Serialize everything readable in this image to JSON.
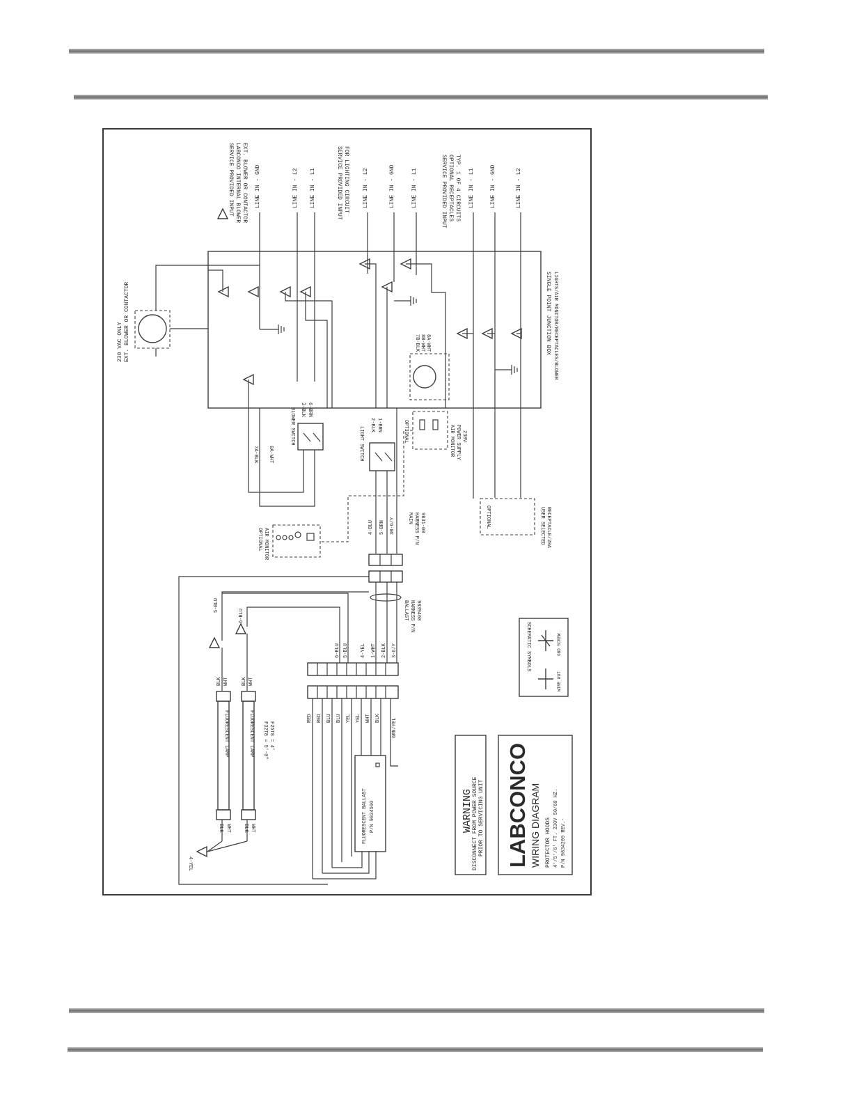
{
  "svc_blower": [
    "SERVICE PROVIDED INPUT",
    "LABCONCO INTERNAL BLOWER",
    "EXT. BLOWER OR CONTACTOR"
  ],
  "svc_light": [
    "SERVICE PROVIDED INPUT",
    "FOR LIGHTING CIRCUIT"
  ],
  "svc_recept": [
    "SERVICE PROVIDED INPUT",
    "OPTIONAL RECEPTACLES",
    "TYP. 1 OF 4 CIRCUITS"
  ],
  "line_in": [
    "LINE IN - GND",
    "LINE IN - L2",
    "LINE IN - L1",
    "LINE IN - L2",
    "LINE IN - GND",
    "LINE IN - L1",
    "LINE IN - L1",
    "LINE IN - GND",
    "LINE IN - L2"
  ],
  "vac": [
    "230 VAC ONLY",
    "EXT. BLOWER OR CONTACTOR"
  ],
  "junction_box": [
    "SINGLE POINT JUNCTION BOX",
    "LIGHTS/AIR MONITOR/RECEPTACLES/BLOWER"
  ],
  "blower_wires": [
    "7A-BLK",
    "8A-WHT"
  ],
  "blower_switch": "BLOWER SWITCH",
  "blower_switch_wires": [
    "3-BLK",
    "6-BRN"
  ],
  "light_switch": "LIGHT SWITCH",
  "light_switch_wires": [
    "2-BLK",
    "1-BRN"
  ],
  "air_monitor_supply": [
    "OPTIONAL",
    "AIR MONITOR",
    "POWER SUPPLY",
    "230V"
  ],
  "plug_wires": [
    "7B-BLK",
    "8B-WHT",
    "8A-WHT"
  ],
  "air_monitor": [
    "OPTIONAL",
    "AIR MONITOR"
  ],
  "main_wires": [
    "4-BLU",
    "5-BRN",
    "3B-G/Y"
  ],
  "main_harness": [
    "MAIN",
    "HARNESS P/N",
    "9831-00"
  ],
  "optional_box": "OPTIONAL",
  "user_recept": [
    "USER SELECTED",
    "RECEPTACLE/20A"
  ],
  "ballast_harness": [
    "BALLAST",
    "HARNESS P/N",
    "9839400"
  ],
  "lamp_wire_1": "5-BLU",
  "lamp_wire_2": "6-BLU",
  "lamp1_end1": [
    "BLK",
    "WHT"
  ],
  "lamp2_end1": [
    "BLK",
    "WHT"
  ],
  "terminal_right": [
    "6-BLU",
    "5-BLU",
    "4-YEL",
    "1-WHT",
    "2-BLK",
    "3-G/Y"
  ],
  "lamp1": "FLUORESCENT LAMP",
  "lamp2": "FLUORESCENT LAMP",
  "lamp_spec": [
    "F32T8 = 5'-0\"",
    "F25T8 = 4'"
  ],
  "terminal_left": [
    "RED",
    "RED",
    "BLU",
    "BLU",
    "YEL",
    "YEL",
    "WHT",
    "BLK",
    "GRN/YEL"
  ],
  "ballast": [
    "FLUORESCENT BALLAST",
    "P/N 9834500"
  ],
  "lamp1_end2": [
    "BLK",
    "WHT"
  ],
  "lamp2_end2": [
    "BLK",
    "WHT"
  ],
  "yel_wire": "4-YEL",
  "schematic_title": "SCHEMATIC SYMBOLS",
  "schematic_items": [
    "WIRE NUT",
    "GND SCREW"
  ],
  "warning": [
    "WARNING",
    "DISCONNECT FROM POWER SOURCE",
    "PRIOR TO SERVICING UNIT"
  ],
  "brand": "LABCONCO",
  "diagram_title": "WIRING DIAGRAM",
  "model": [
    "PROTECTOR HOODS",
    "4'/5'/6' FT. 230V 50/60 HZ.",
    "P/N 9834200 REV.-"
  ]
}
